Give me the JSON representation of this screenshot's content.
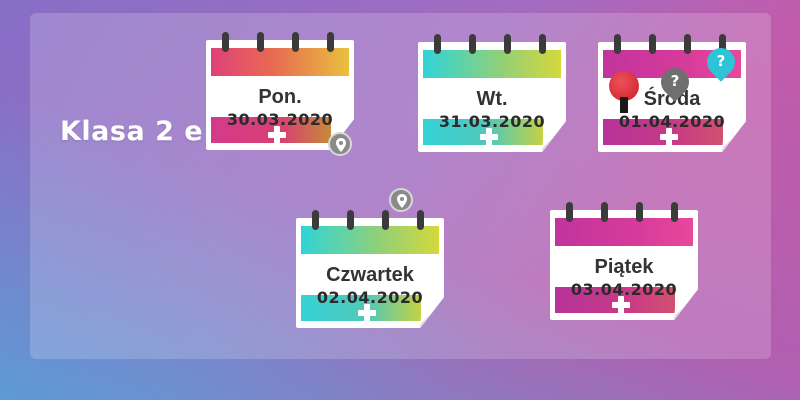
{
  "class_title": "Klasa 2 e",
  "days": [
    {
      "name": "Pon.",
      "date": "30.03.2020"
    },
    {
      "name": "Wt.",
      "date": "31.03.2020"
    },
    {
      "name": "Środa",
      "date": "01.04.2020"
    },
    {
      "name": "Czwartek",
      "date": "02.04.2020"
    },
    {
      "name": "Piątek",
      "date": "03.04.2020"
    }
  ],
  "pins": {
    "question_mark": "?",
    "question_mark_2": "?"
  },
  "icons": {
    "location": "location-pin-icon",
    "push": "push-pin-icon",
    "question": "question-pin-icon"
  },
  "colors": {
    "question_pin_gray": "#6f6f6f",
    "question_pin_cyan": "#2ec3d6",
    "push_pin_red": "#d9313b"
  }
}
